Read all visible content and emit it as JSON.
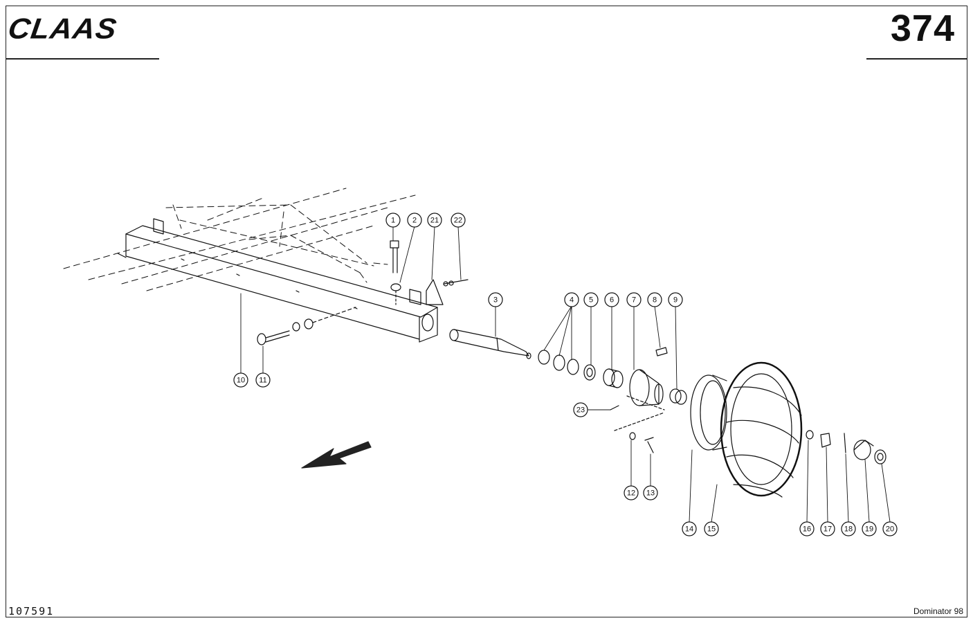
{
  "header": {
    "brand": "CLAAS",
    "page_number": "374"
  },
  "footer": {
    "drawing_id": "107591",
    "model": "Dominator 98"
  },
  "callouts": [
    {
      "id": "1",
      "label": "1"
    },
    {
      "id": "2",
      "label": "2"
    },
    {
      "id": "21",
      "label": "21"
    },
    {
      "id": "22",
      "label": "22"
    },
    {
      "id": "3",
      "label": "3"
    },
    {
      "id": "4",
      "label": "4"
    },
    {
      "id": "5",
      "label": "5"
    },
    {
      "id": "6",
      "label": "6"
    },
    {
      "id": "7",
      "label": "7"
    },
    {
      "id": "8",
      "label": "8"
    },
    {
      "id": "9",
      "label": "9"
    },
    {
      "id": "10",
      "label": "10"
    },
    {
      "id": "11",
      "label": "11"
    },
    {
      "id": "23",
      "label": "23"
    },
    {
      "id": "12",
      "label": "12"
    },
    {
      "id": "13",
      "label": "13"
    },
    {
      "id": "14",
      "label": "14"
    },
    {
      "id": "15",
      "label": "15"
    },
    {
      "id": "16",
      "label": "16"
    },
    {
      "id": "17",
      "label": "17"
    },
    {
      "id": "18",
      "label": "18"
    },
    {
      "id": "19",
      "label": "19"
    },
    {
      "id": "20",
      "label": "20"
    }
  ]
}
